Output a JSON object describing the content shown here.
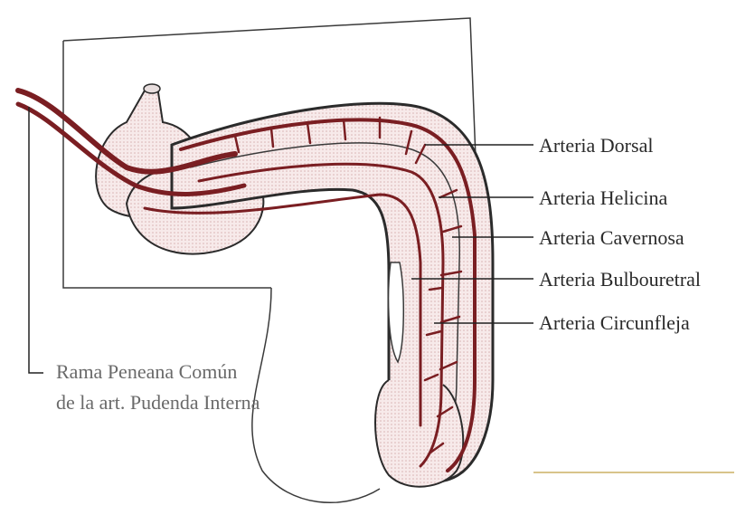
{
  "labels": {
    "dorsal": "Arteria Dorsal",
    "helicina": "Arteria Helicina",
    "cavernosa": "Arteria Cavernosa",
    "bulbouretral": "Arteria Bulbouretral",
    "circunfleja": "Arteria Circunfleja",
    "origin_line1": "Rama Peneana Común",
    "origin_line2": "de la art. Pudenda Interna"
  },
  "colors": {
    "artery": "#7a1e22",
    "outline": "#2b2b2b",
    "tissue_fill": "#f3dede",
    "leader": "#222222",
    "accent_line": "#d8c48a"
  }
}
